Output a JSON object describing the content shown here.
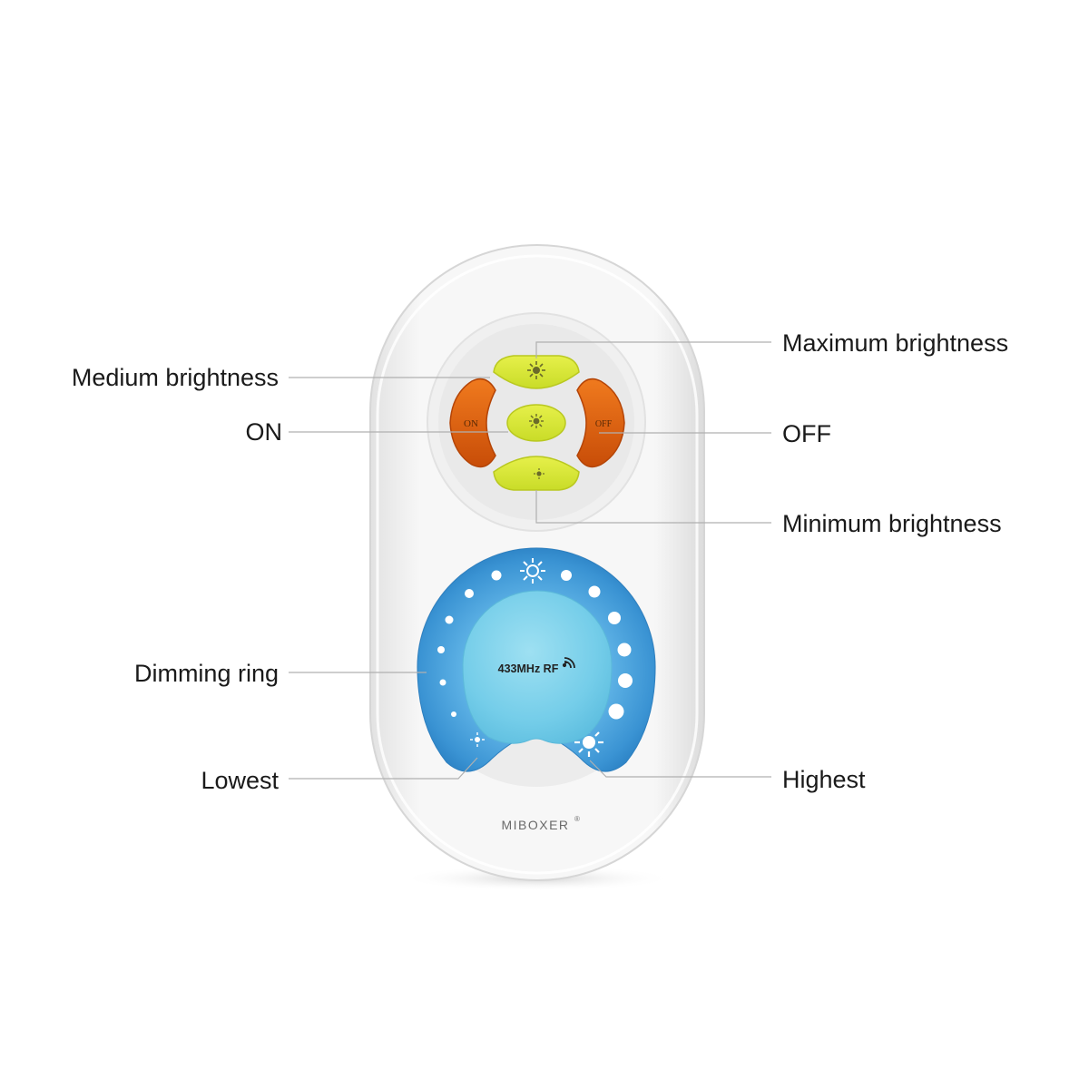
{
  "callouts": {
    "medium": "Medium brightness",
    "on": "ON",
    "dimming_ring": "Dimming ring",
    "lowest": "Lowest",
    "maximum": "Maximum brightness",
    "off": "OFF",
    "minimum": "Minimum brightness",
    "highest": "Highest"
  },
  "remote": {
    "on_key": "ON",
    "off_key": "OFF",
    "rf_label": "433MHz RF",
    "brand": "MIBOXER",
    "brand_mark": "®",
    "colors": {
      "body": "#f3f3f3",
      "orange_key": "#e0600e",
      "yellow_key": "#d8e836",
      "ring_blue": "#3f9fdc",
      "center_cyan": "#6cc8e6"
    },
    "icons": {
      "max_key": "sun-large-icon",
      "mid_key": "sun-medium-icon",
      "min_key": "sun-small-icon",
      "ring_top": "sun-icon",
      "ring_low": "sun-small-icon",
      "ring_high": "sun-large-icon",
      "rf_signal": "wireless-signal-icon"
    }
  }
}
